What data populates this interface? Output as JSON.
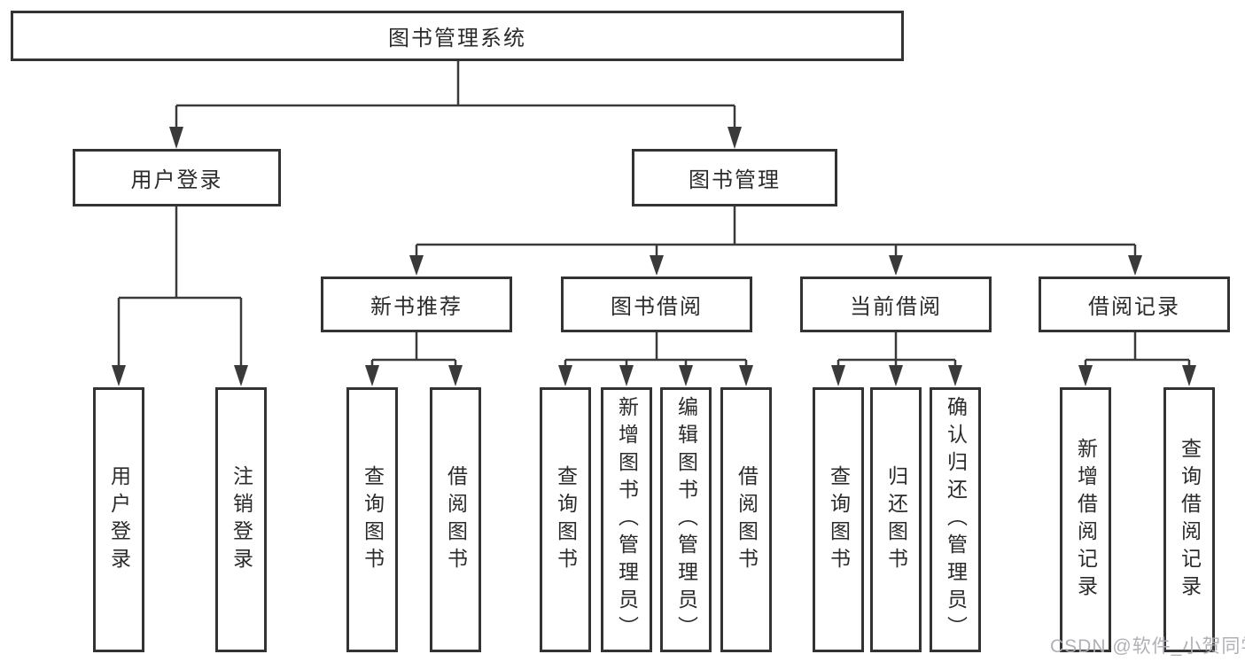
{
  "diagram_type": "hierarchy-tree",
  "tree": {
    "label": "图书管理系统",
    "children": [
      {
        "label": "用户登录",
        "children": [
          {
            "label": "用户登录"
          },
          {
            "label": "注销登录"
          }
        ]
      },
      {
        "label": "图书管理",
        "children": [
          {
            "label": "新书推荐",
            "children": [
              {
                "label": "查询图书"
              },
              {
                "label": "借阅图书"
              }
            ]
          },
          {
            "label": "图书借阅",
            "children": [
              {
                "label": "查询图书"
              },
              {
                "label": "新增图书（管理员）"
              },
              {
                "label": "编辑图书（管理员）"
              },
              {
                "label": "借阅图书"
              }
            ]
          },
          {
            "label": "当前借阅",
            "children": [
              {
                "label": "查询图书"
              },
              {
                "label": "归还图书"
              },
              {
                "label": "确认归还（管理员）"
              }
            ]
          },
          {
            "label": "借阅记录",
            "children": [
              {
                "label": "新增借阅记录"
              },
              {
                "label": "查询借阅记录"
              }
            ]
          }
        ]
      }
    ]
  },
  "watermark": "CSDN @软件_小贺同学",
  "colors": {
    "background": "#ffffff",
    "box_fill": "#ffffff",
    "box_border": "#333333",
    "line": "#3a3a3a",
    "text": "#2b2b2b",
    "watermark": "#acacb3"
  }
}
